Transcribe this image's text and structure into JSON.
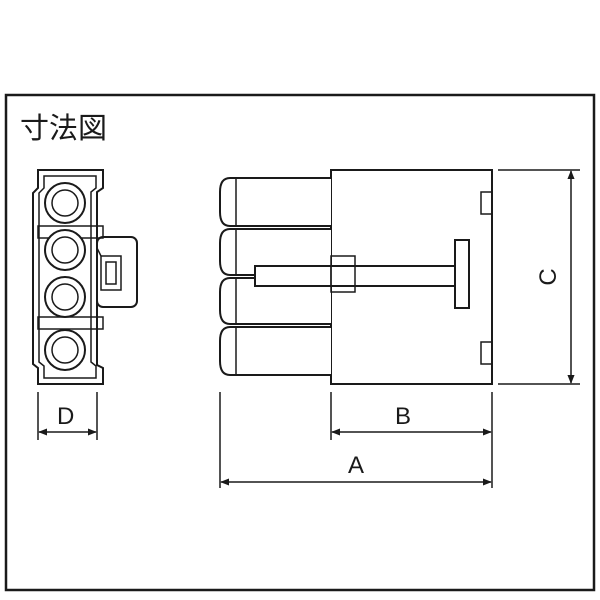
{
  "title": "寸法図",
  "dimensions": {
    "a_label": "A",
    "b_label": "B",
    "c_label": "C",
    "d_label": "D"
  }
}
